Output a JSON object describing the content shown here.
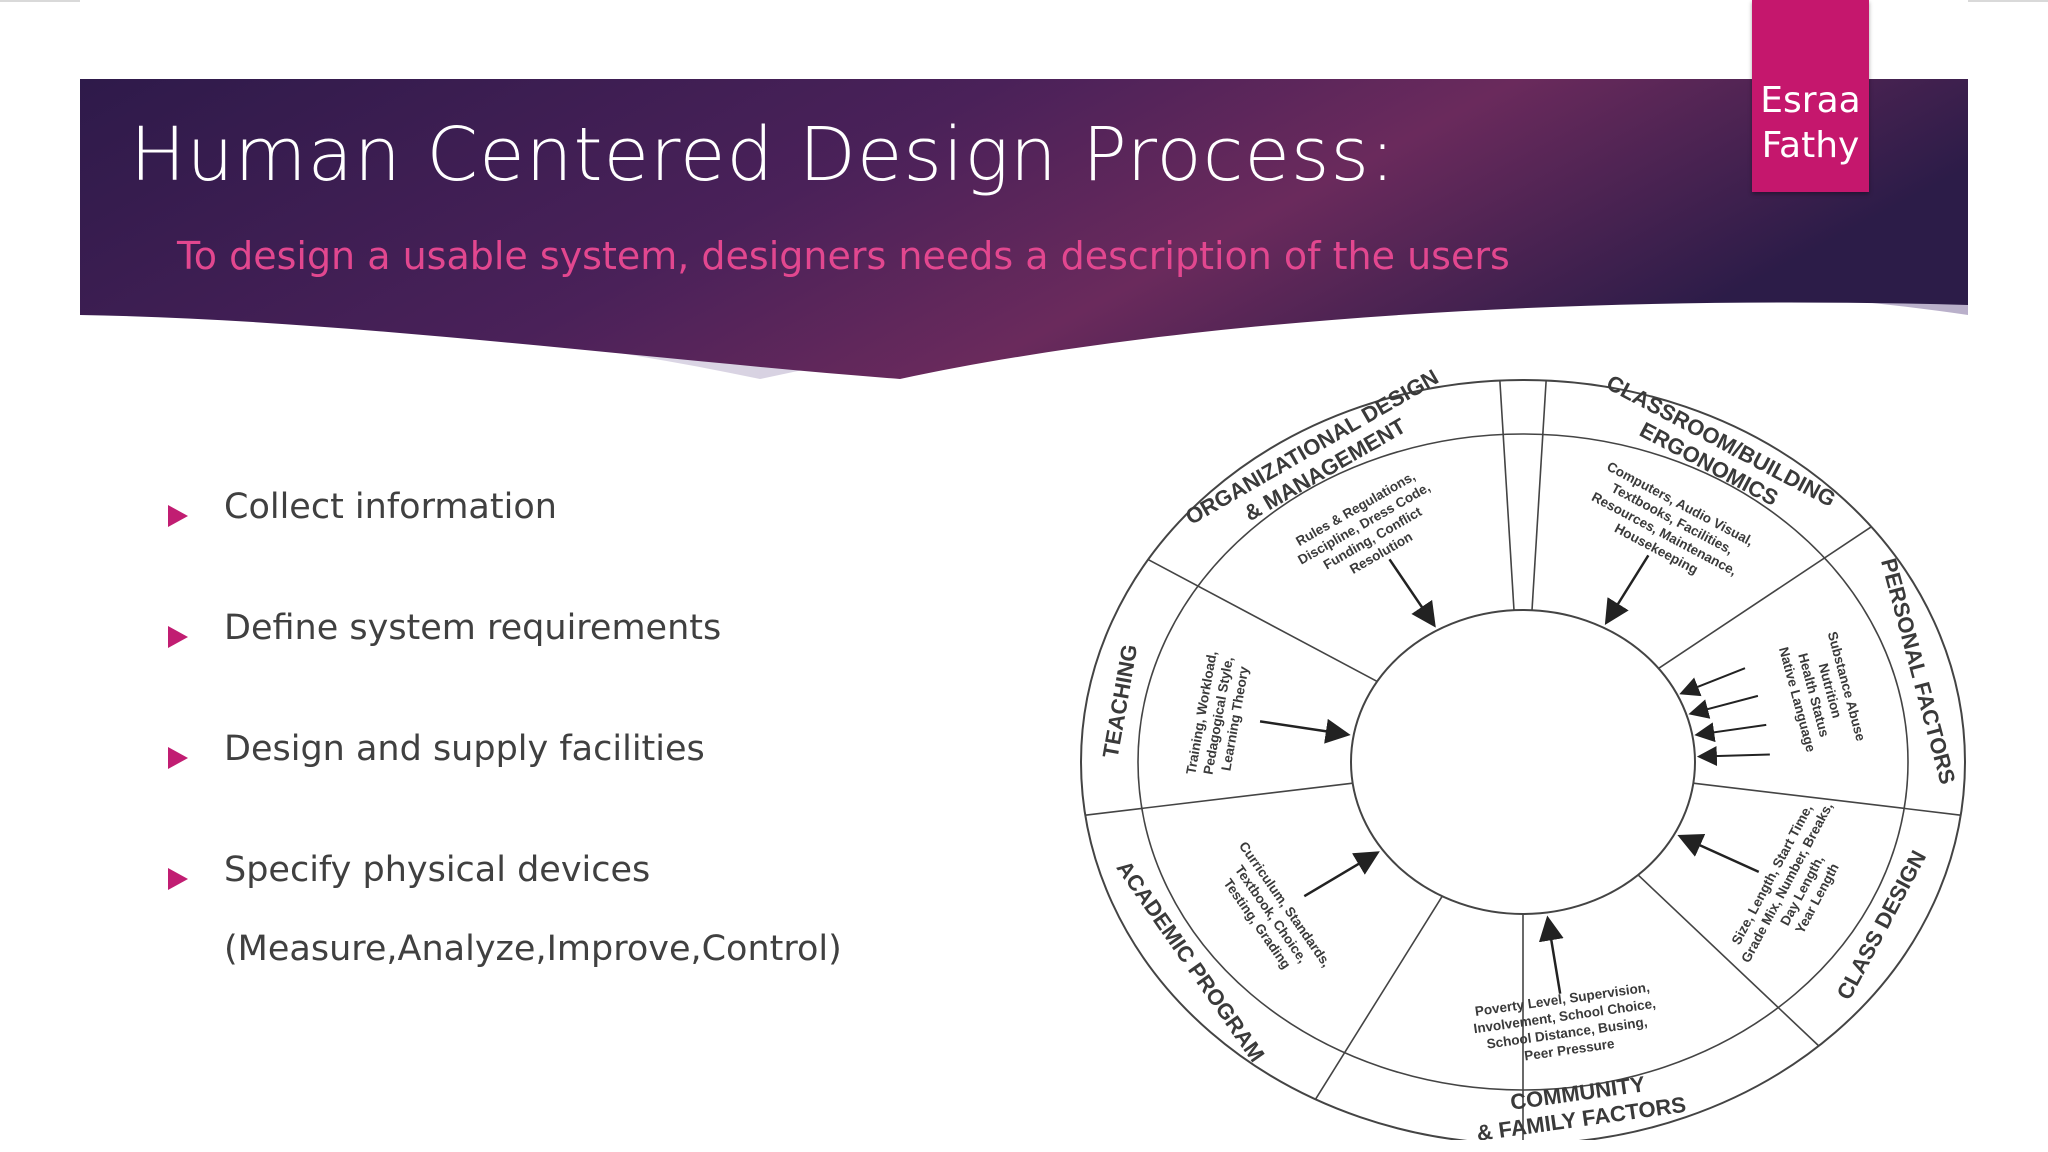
{
  "slide": {
    "title": "Human Centered Design Process:",
    "subtitle": "To design a usable system, designers needs a description of the users",
    "author": {
      "line1": "Esraa",
      "line2": "Fathy"
    },
    "bullets": [
      {
        "text": "Collect information"
      },
      {
        "text": "Define system requirements"
      },
      {
        "text": "Design and supply  facilities"
      },
      {
        "text": "Specify physical devices"
      }
    ],
    "subnote": "(Measure,Analyze,Improve,Control)"
  },
  "wheel": {
    "segments": [
      {
        "title_lines": [
          "ORGANIZATIONAL DESIGN",
          "& MANAGEMENT"
        ],
        "detail_lines": [
          "Rules & Regulations,",
          "Discipline, Dress Code,",
          "Funding, Conflict",
          "Resolution"
        ]
      },
      {
        "title_lines": [
          "CLASSROOM/BUILDING",
          "ERGONOMICS"
        ],
        "detail_lines": [
          "Computers, Audio Visual,",
          "Textbooks, Facilities,",
          "Resources, Maintenance,",
          "Housekeeping"
        ]
      },
      {
        "title_lines": [
          "PERSONAL FACTORS"
        ],
        "detail_lines": [
          "Substance Abuse",
          "Nutrition",
          "Health Status",
          "Native Language"
        ]
      },
      {
        "title_lines": [
          "CLASS DESIGN"
        ],
        "detail_lines": [
          "Size, Length, Start Time,",
          "Grade Mix, Number, Breaks,",
          "Day Length,",
          "Year Length"
        ]
      },
      {
        "title_lines": [
          "COMMUNITY",
          "& FAMILY FACTORS"
        ],
        "detail_lines": [
          "Poverty Level, Supervision,",
          "Involvement, School Choice,",
          "School Distance, Busing,",
          "Peer Pressure"
        ]
      },
      {
        "title_lines": [
          "ACADEMIC PROGRAM"
        ],
        "detail_lines": [
          "Curriculum, Standards,",
          "Textbook, Choice,",
          "Testing, Grading"
        ]
      },
      {
        "title_lines": [
          "TEACHING"
        ],
        "detail_lines": [
          "Training, Workload,",
          "Pedagogical Style,",
          "Learning Theory"
        ]
      }
    ]
  },
  "colors": {
    "header_dark": "#2e1a4a",
    "header_light": "#6a2a5c",
    "accent": "#c5176d",
    "subtitle": "#e2478f",
    "body_text": "#404040"
  }
}
